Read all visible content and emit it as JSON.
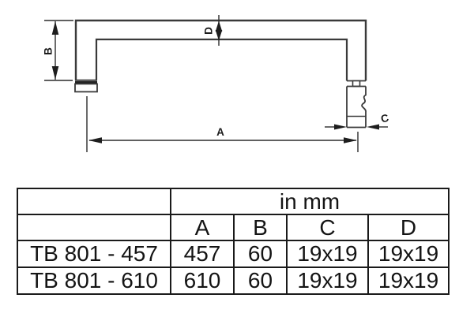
{
  "drawing": {
    "labels": {
      "A": "A",
      "B": "B",
      "C": "C",
      "D": "D"
    }
  },
  "table": {
    "unit_header": "in mm",
    "columns": [
      "A",
      "B",
      "C",
      "D"
    ],
    "rows": [
      {
        "model": "TB 801 - 457",
        "values": [
          "457",
          "60",
          "19x19",
          "19x19"
        ]
      },
      {
        "model": "TB 801 - 610",
        "values": [
          "610",
          "60",
          "19x19",
          "19x19"
        ]
      }
    ]
  },
  "colors": {
    "drawing_line": "#3a3a3a",
    "dimension_line": "#2b2b2b",
    "arrow_fill": "#1e1e1e",
    "table_border": "#1a1a1a",
    "text": "#141414",
    "background": "#ffffff"
  }
}
